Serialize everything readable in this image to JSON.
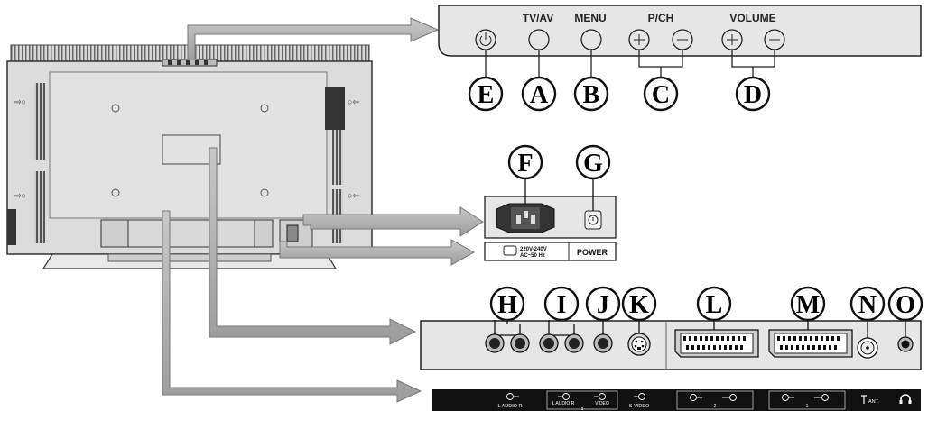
{
  "control_panel": {
    "buttons": {
      "tvav": "TV/AV",
      "menu": "MENU",
      "pch": "P/CH",
      "volume": "VOLUME"
    }
  },
  "callouts": {
    "E": "E",
    "A": "A",
    "B": "B",
    "C": "C",
    "D": "D",
    "F": "F",
    "G": "G",
    "H": "H",
    "I": "I",
    "J": "J",
    "K": "K",
    "L": "L",
    "M": "M",
    "N": "N",
    "O": "O"
  },
  "power_panel": {
    "voltage": "220V-240V",
    "frequency": "AC~50 Hz",
    "label": "POWER"
  },
  "io_strip": {
    "audio_out": "L AUDIO R",
    "av3_audio": "L AUDIO R",
    "av3_video": "VIDEO",
    "av3_number": "3",
    "svideo": "S-VIDEO",
    "scart2": "2",
    "scart1": "1",
    "antenna": "ANT."
  },
  "colors": {
    "panel_fill": "#e6e6e6",
    "outline": "#222222",
    "arrow": "#a8a8a8",
    "strip": "#111111"
  }
}
